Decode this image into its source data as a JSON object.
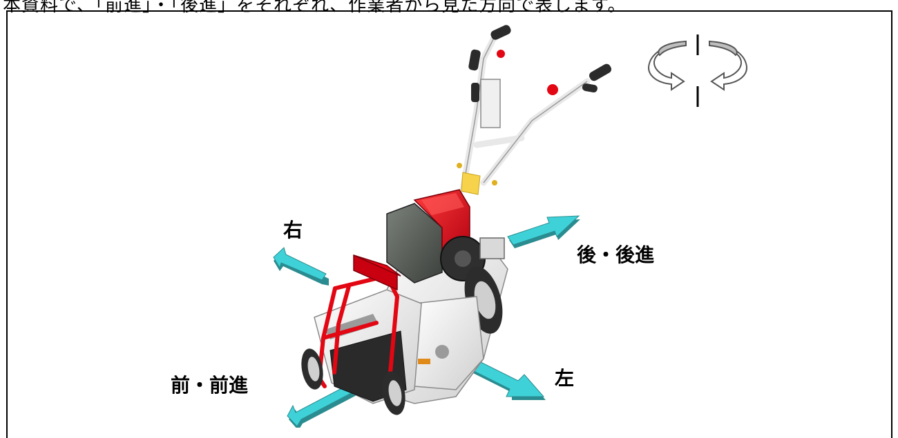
{
  "header": {
    "text": "本資料で、「前進」・「後進」をそれぞれ、作業者から見た方向で表します。"
  },
  "labels": {
    "right": "右",
    "back_reverse": "後・後進",
    "left": "左",
    "front_forward": "前・前進"
  },
  "colors": {
    "arrow_fill": "#3ed2d8",
    "arrow_side": "#2a8c90",
    "body_red": "#e30613",
    "engine_gray": "#555a55",
    "frame_white": "#f2f2f2"
  },
  "icons": [
    "rotation-icon"
  ]
}
